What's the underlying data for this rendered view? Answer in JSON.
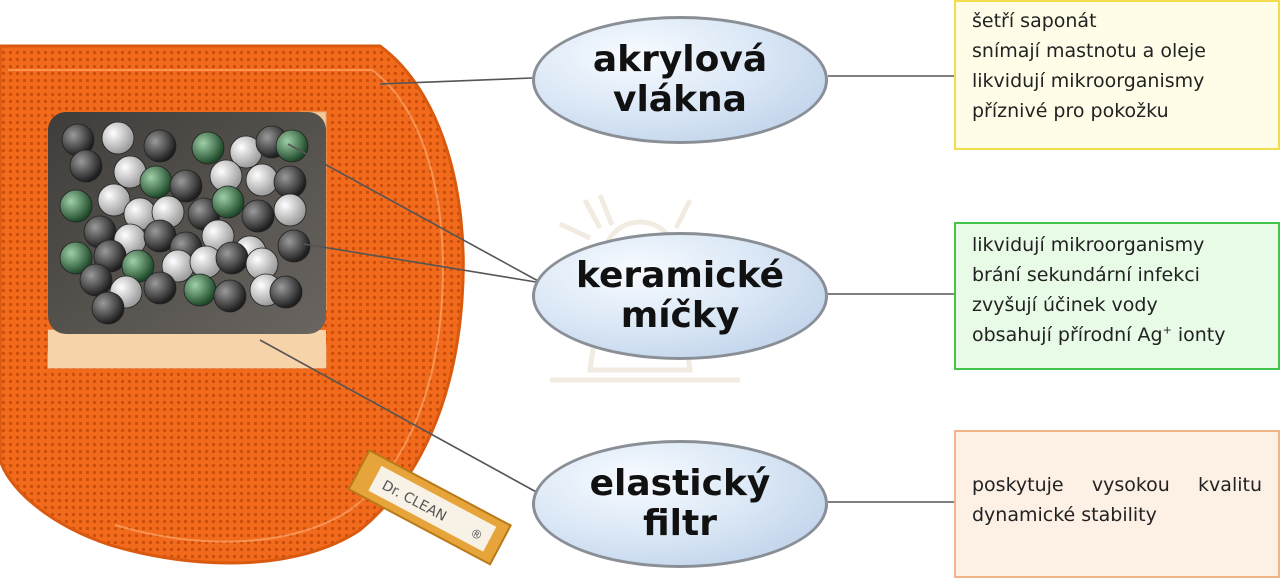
{
  "features": [
    {
      "id": "acrylic",
      "title_lines": [
        "akrylová",
        "vlákna"
      ],
      "benefits": [
        "šetří saponát",
        "snímají mastnotu a oleje",
        "likvidují mikroorganismy",
        "příznivé pro pokožku"
      ],
      "box_color": "#fffde8",
      "border_color": "#f3dc4e"
    },
    {
      "id": "ceramic",
      "title_lines": [
        "keramické",
        "míčky"
      ],
      "benefits": [
        "likvidují mikroorganismy",
        "brání sekundární infekci",
        "zvyšují účinek vody"
      ],
      "benefit_ag": {
        "before": "obsahují přírodní Ag",
        "sup": "+",
        "after": " ionty"
      },
      "box_color": "#e8fbe6",
      "border_color": "#44c44a"
    },
    {
      "id": "filter",
      "title_lines": [
        "elastický",
        "filtr"
      ],
      "benefits": [
        "poskytuje vysokou kvalitu",
        "dynamické stability"
      ],
      "box_color": "#fdf0e5",
      "border_color": "#f0b48a"
    }
  ],
  "product": {
    "tag_label": "Dr. CLEAN",
    "tag_mark": "®",
    "sponge_color": "#f26b1d",
    "tag_color": "#e6a43a"
  },
  "colors": {
    "oval_border": "#8a8f96",
    "connector": "#555555"
  }
}
